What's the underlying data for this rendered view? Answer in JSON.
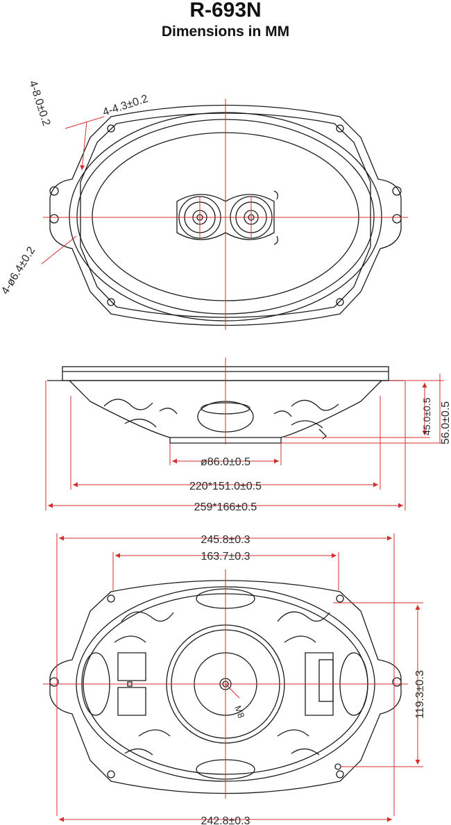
{
  "header": {
    "model": "R-693N",
    "subtitle": "Dimensions in MM"
  },
  "top_view": {
    "hole_slot": "4-8.0±0.2",
    "hole_small": "4-4.3±0.2",
    "hole_large": "4-ø6.4±0.2"
  },
  "side_view": {
    "magnet_dia": "ø86.0±0.5",
    "cutout": "220*151.0±0.5",
    "overall": "259*166±0.5",
    "depth_inner": "45.0±0.5",
    "depth_total": "56.0±0.5"
  },
  "bottom_view": {
    "width_outer": "245.8±0.3",
    "width_inner": "163.7±0.3",
    "height": "119.3±0.3",
    "width_bottom": "242.8±0.3",
    "screw": "M8"
  },
  "colors": {
    "line": "#1a1a1a",
    "dimension": "#d62d2d"
  }
}
